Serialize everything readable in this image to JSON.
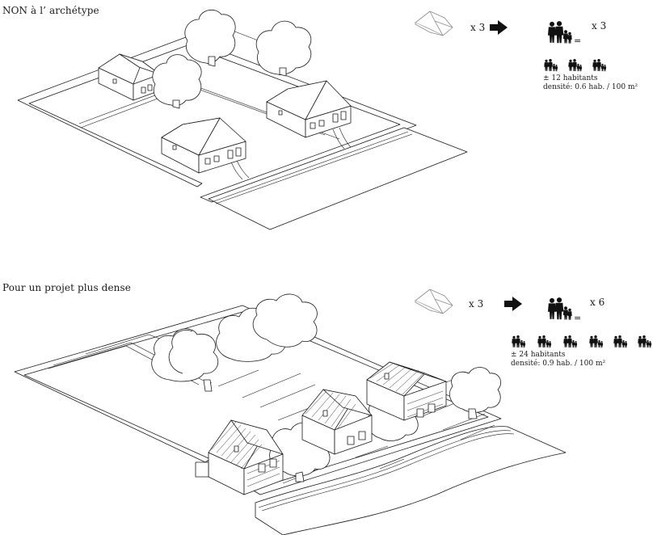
{
  "section_top": {
    "heading": "NON à l’ archétype",
    "multiplier_houses": "x 3",
    "multiplier_people": "x 3",
    "equals": "=",
    "inhabitants": "± 12 habitants",
    "density": "densité: 0.6 hab. / 100 m²",
    "people_groups": 3
  },
  "section_bottom": {
    "heading": "Pour un projet plus dense",
    "multiplier_houses": "x 3",
    "multiplier_people": "x 6",
    "equals": "=",
    "inhabitants": "± 24 habitants",
    "density": "densité: 0.9 hab. / 100 m²",
    "people_groups": 6
  },
  "icons": {
    "house": "house-outline-icon",
    "arrow": "right-arrow-icon",
    "family": "family-silhouette-icon"
  },
  "colors": {
    "line": "#1a1a1a",
    "icon_outline": "#8a8a8a",
    "background": "#ffffff"
  }
}
